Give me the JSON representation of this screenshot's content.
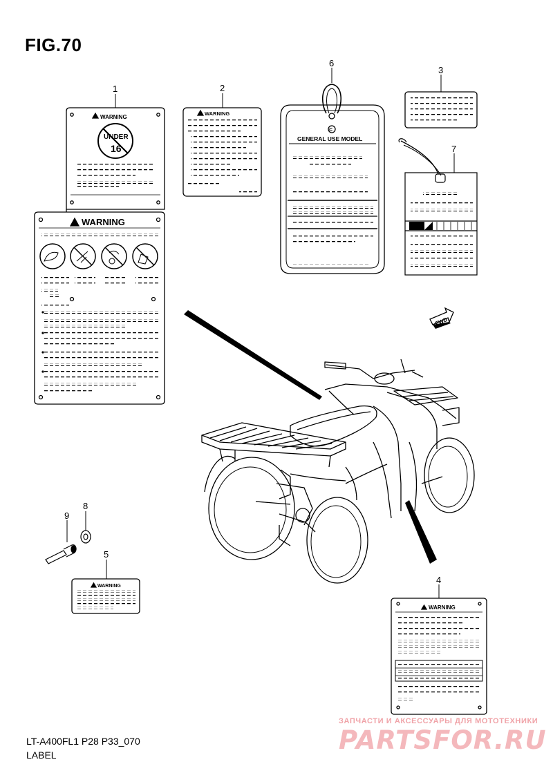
{
  "figure": {
    "title": "FIG.70",
    "code": "LT-A400FL1 P28 P33_070",
    "name": "LABEL"
  },
  "callouts": [
    {
      "number": "1"
    },
    {
      "number": "2"
    },
    {
      "number": "3"
    },
    {
      "number": "4"
    },
    {
      "number": "5"
    },
    {
      "number": "6"
    },
    {
      "number": "7"
    },
    {
      "number": "8"
    },
    {
      "number": "9"
    }
  ],
  "labels": {
    "warning_text": "WARNING",
    "under_text": "UNDER",
    "age_text": "16",
    "tag_logo": "C",
    "tag_title": "GENERAL USE MODEL",
    "fwd_text": "FWD"
  },
  "watermark": {
    "line": "ЗАПЧАСТИ И АКСЕССУАРЫ ДЛЯ МОТОТЕХНИКИ",
    "logo": "PARTSFOR.RU"
  },
  "colors": {
    "line": "#000000",
    "watermark": "#f0a3a8"
  }
}
